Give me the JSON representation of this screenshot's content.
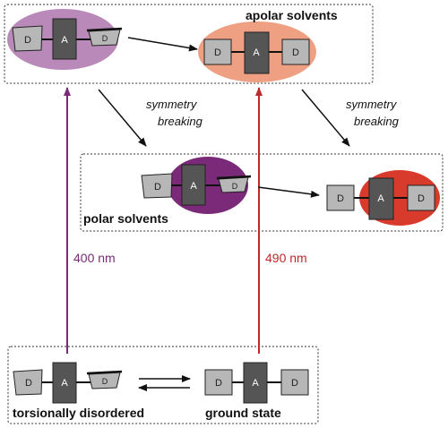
{
  "labels": {
    "apolar": "apolar solvents",
    "polar": "polar solvents",
    "symmetry1": "symmetry",
    "breaking1": "breaking",
    "symmetry2": "symmetry",
    "breaking2": "breaking",
    "nm400": "400 nm",
    "nm490": "490 nm",
    "torsional": "torsionally disordered",
    "ground": "ground state"
  },
  "units": {
    "donor": "D",
    "acceptor": "A"
  },
  "colors": {
    "purple_light": "#b98ab9",
    "purple_dark": "#7a2a78",
    "salmon": "#f0a082",
    "red": "#d83a2c",
    "arrow_purple": "#7a2a78",
    "arrow_red": "#c0282a",
    "label_400": "#7a2a78",
    "label_490": "#c0282a",
    "box_grey": "#b7b7b7",
    "acceptor_dark": "#555555"
  }
}
